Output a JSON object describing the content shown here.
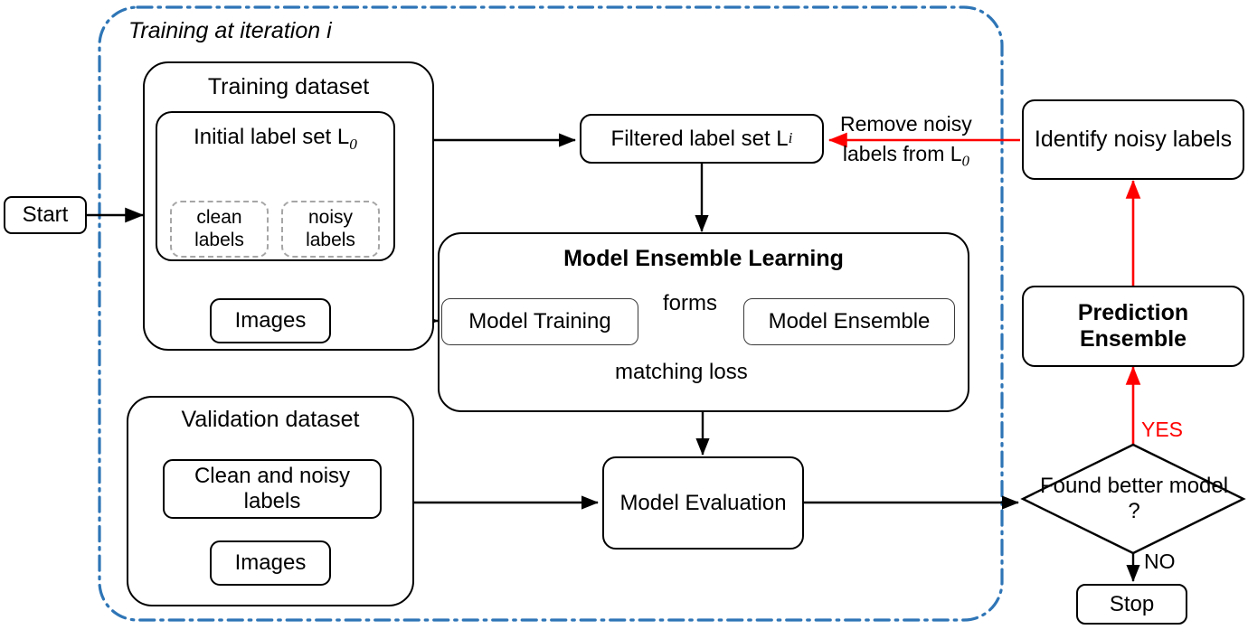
{
  "diagram": {
    "title": "Training at iteration i",
    "colors": {
      "accent_blue": "#2E75B6",
      "red": "#FF0000",
      "black": "#000000",
      "gray_dashed": "#A6A6A6"
    },
    "nodes": {
      "start": "Start",
      "stop": "Stop",
      "training_dataset": "Training dataset",
      "initial_label_set": "Initial label set L",
      "initial_label_set_sub": "0",
      "clean_labels": "clean labels",
      "noisy_labels": "noisy labels",
      "images_train": "Images",
      "validation_dataset": "Validation dataset",
      "clean_and_noisy_labels": "Clean and noisy labels",
      "images_val": "Images",
      "filtered_label_set": "Filtered label set L",
      "filtered_label_set_sub": "i",
      "model_ensemble_learning": "Model Ensemble Learning",
      "model_training": "Model Training",
      "model_ensemble": "Model Ensemble",
      "model_evaluation": "Model Evaluation",
      "decision": "Found better model ?",
      "prediction_ensemble": "Prediction Ensemble",
      "identify_noisy_labels": "Identify noisy labels"
    },
    "edge_labels": {
      "forms": "forms",
      "matching_loss": "matching loss",
      "remove_noisy_line1": "Remove noisy",
      "remove_noisy_line2": "labels from L",
      "remove_noisy_sub": "0",
      "yes": "YES",
      "no": "NO"
    }
  }
}
